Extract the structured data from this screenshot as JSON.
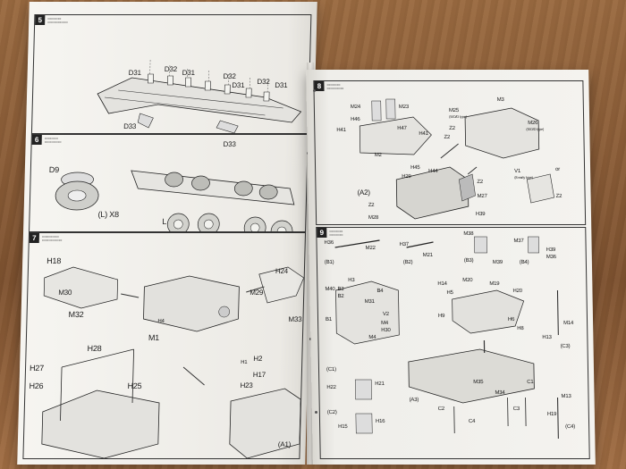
{
  "left_page": {
    "step5": {
      "number": "5",
      "labels": [
        "D31",
        "D32",
        "D31",
        "D32",
        "D31",
        "D32",
        "D31",
        "D33",
        "D33"
      ]
    },
    "step6": {
      "number": "6",
      "labels": [
        "D9",
        "(L) X8",
        "L"
      ]
    },
    "step7": {
      "number": "7",
      "labels": [
        "H18",
        "M30",
        "M32",
        "H24",
        "M29",
        "M33",
        "H4",
        "M1",
        "H28",
        "H27",
        "H26",
        "H25",
        "H1",
        "H2",
        "H17",
        "H23",
        "(A1)"
      ]
    }
  },
  "right_page": {
    "step8": {
      "number": "8",
      "labels": [
        "M24",
        "M23",
        "H46",
        "H47",
        "H41",
        "H41",
        "M2",
        "M25",
        "(S/O/D type)",
        "M26",
        "(S/O/D type)",
        "M3",
        "Z2",
        "Z2",
        "H45",
        "H44",
        "H29",
        "V1",
        "(8 early type)",
        "or",
        "(A2)",
        "Z2",
        "M27",
        "Z2",
        "Z2",
        "H39",
        "M28"
      ]
    },
    "step9": {
      "number": "9",
      "labels": [
        "H36",
        "M22",
        "(B1)",
        "H37",
        "M21",
        "(B2)",
        "M38",
        "(B3)",
        "M39",
        "M37",
        "H39",
        "M36",
        "(B4)",
        "M40",
        "B3",
        "B2",
        "B4",
        "H3",
        "M31",
        "H14",
        "H5",
        "M20",
        "M19",
        "H20",
        "B1",
        "M4",
        "V2",
        "H30",
        "M4",
        "H9",
        "H6",
        "H8",
        "M14",
        "(C1)",
        "H22",
        "H21",
        "(C2)",
        "H16",
        "H15",
        "M35",
        "C1",
        "M34",
        "C3",
        "C2",
        "C4",
        "(A3)",
        "H13",
        "(C3)",
        "M13",
        "H19",
        "(C4)"
      ]
    }
  },
  "colors": {
    "wood": "#8a5a34",
    "paper": "#f1f0ec",
    "ink": "#1a1a1a"
  }
}
